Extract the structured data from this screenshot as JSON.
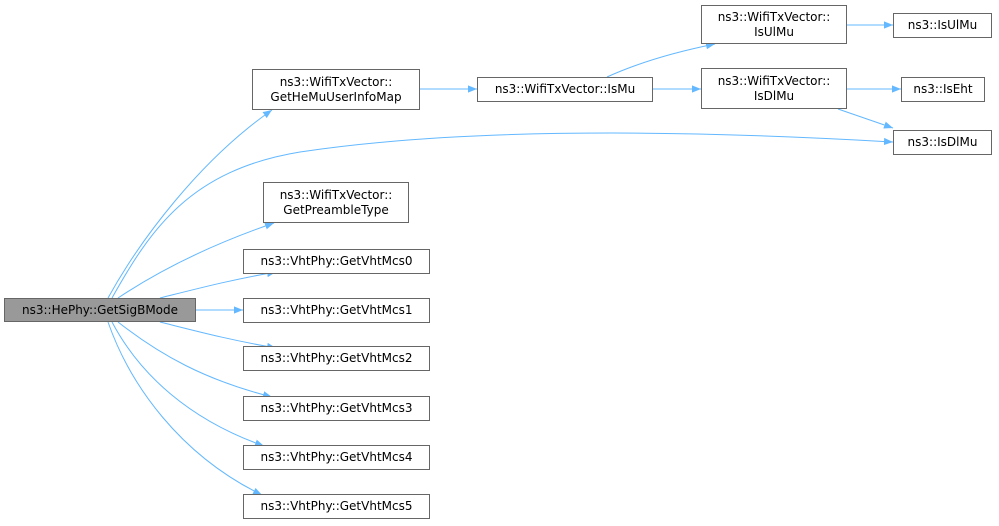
{
  "diagram": {
    "edge_color": "#63b8ff",
    "root_fill": "#999999",
    "node_border": "#666666",
    "nodes": {
      "getsigbmode": {
        "lines": [
          "ns3::HePhy::GetSigBMode"
        ]
      },
      "getheuserinfomap": {
        "lines": [
          "ns3::WifiTxVector::",
          "GetHeMuUserInfoMap"
        ]
      },
      "ismu": {
        "lines": [
          "ns3::WifiTxVector::IsMu"
        ]
      },
      "isulmu_vec": {
        "lines": [
          "ns3::WifiTxVector::",
          "IsUlMu"
        ]
      },
      "isdlmu_vec": {
        "lines": [
          "ns3::WifiTxVector::",
          "IsDlMu"
        ]
      },
      "isulmu": {
        "lines": [
          "ns3::IsUlMu"
        ]
      },
      "iseht": {
        "lines": [
          "ns3::IsEht"
        ]
      },
      "isdlmu": {
        "lines": [
          "ns3::IsDlMu"
        ]
      },
      "getpreambletype": {
        "lines": [
          "ns3::WifiTxVector::",
          "GetPreambleType"
        ]
      },
      "mcs0": {
        "lines": [
          "ns3::VhtPhy::GetVhtMcs0"
        ]
      },
      "mcs1": {
        "lines": [
          "ns3::VhtPhy::GetVhtMcs1"
        ]
      },
      "mcs2": {
        "lines": [
          "ns3::VhtPhy::GetVhtMcs2"
        ]
      },
      "mcs3": {
        "lines": [
          "ns3::VhtPhy::GetVhtMcs3"
        ]
      },
      "mcs4": {
        "lines": [
          "ns3::VhtPhy::GetVhtMcs4"
        ]
      },
      "mcs5": {
        "lines": [
          "ns3::VhtPhy::GetVhtMcs5"
        ]
      }
    },
    "edges": [
      [
        "getsigbmode",
        "getheuserinfomap"
      ],
      [
        "getsigbmode",
        "isdlmu"
      ],
      [
        "getsigbmode",
        "getpreambletype"
      ],
      [
        "getsigbmode",
        "mcs0"
      ],
      [
        "getsigbmode",
        "mcs1"
      ],
      [
        "getsigbmode",
        "mcs2"
      ],
      [
        "getsigbmode",
        "mcs3"
      ],
      [
        "getsigbmode",
        "mcs4"
      ],
      [
        "getsigbmode",
        "mcs5"
      ],
      [
        "getheuserinfomap",
        "ismu"
      ],
      [
        "ismu",
        "isulmu_vec"
      ],
      [
        "ismu",
        "isdlmu_vec"
      ],
      [
        "isulmu_vec",
        "isulmu"
      ],
      [
        "isdlmu_vec",
        "iseht"
      ],
      [
        "isdlmu_vec",
        "isdlmu"
      ]
    ]
  }
}
